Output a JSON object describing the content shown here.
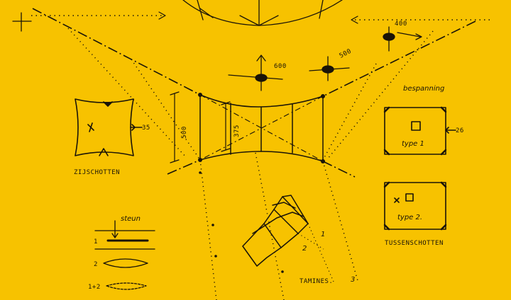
{
  "labels": {
    "zijschotten": "ZIJSCHOTTEN",
    "tussenschotten": "TUSSENSCHOTTEN",
    "bespanning": "bespanning",
    "type1": "type 1",
    "type2": "type 2.",
    "tamines": "TAMINES.",
    "steun": "steun"
  },
  "dimensions": {
    "side_panel": "35",
    "mid_panel": "26",
    "height_outer": "500",
    "height_inner": "375",
    "d600": "600",
    "d500": "500",
    "d400": "400"
  },
  "legend": {
    "row1": "1",
    "row2": "2",
    "row3": "1+2"
  },
  "markers": {
    "n1": "1",
    "n2": "2",
    "n3": "3"
  },
  "colors": {
    "background": "#f7c200",
    "ink": "#1a1408"
  }
}
